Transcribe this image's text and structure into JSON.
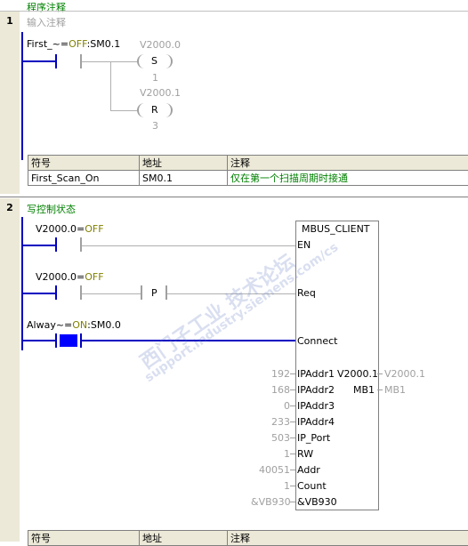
{
  "header": {
    "title": "程序注释"
  },
  "network1": {
    "number": "1",
    "comment": "输入注释",
    "contact_label": "First_~=OFF:SM0.1",
    "contact_name_part": "First_~=",
    "contact_state": "OFF",
    "contact_addr_part": ":SM0.1",
    "coil_set_addr": "V2000.0",
    "coil_set_type": "S",
    "coil_set_count": "1",
    "coil_reset_addr": "V2000.1",
    "coil_reset_type": "R",
    "coil_reset_count": "3",
    "table": {
      "headers": [
        "符号",
        "地址",
        "注释"
      ],
      "row": [
        "First_Scan_On",
        "SM0.1",
        "仅在第一个扫描周期时接通"
      ]
    }
  },
  "network2": {
    "number": "2",
    "comment": "写控制状态",
    "contact1_name": "V2000.0=",
    "contact1_state": "OFF",
    "contact2_name": "V2000.0=",
    "contact2_state": "OFF",
    "contact2_edge": "P",
    "contact3_name": "Alway~=",
    "contact3_state": "ON",
    "contact3_addr": ":SM0.0",
    "block": {
      "title": "MBUS_CLIENT",
      "inputs": [
        {
          "pin": "EN",
          "value": ""
        },
        {
          "pin": "Req",
          "value": ""
        },
        {
          "pin": "Connect",
          "value": ""
        },
        {
          "pin": "IPAddr1",
          "value": "192"
        },
        {
          "pin": "IPAddr2",
          "value": "168"
        },
        {
          "pin": "IPAddr3",
          "value": "0"
        },
        {
          "pin": "IPAddr4",
          "value": "233"
        },
        {
          "pin": "IP_Port",
          "value": "503"
        },
        {
          "pin": "RW",
          "value": "1"
        },
        {
          "pin": "Addr",
          "value": "40051"
        },
        {
          "pin": "Count",
          "value": "1"
        },
        {
          "pin": "&VB930",
          "value": "&VB930"
        }
      ],
      "outputs": [
        {
          "pin": "V2000.1",
          "value": "V2000.1"
        },
        {
          "pin": "MB1",
          "value": "MB1"
        }
      ]
    },
    "table_headers": [
      "符号",
      "地址",
      "注释"
    ]
  },
  "watermark": {
    "line1": "西门子工业 技术论坛",
    "line2": "support.industry.siemens.com/cs"
  },
  "colors": {
    "wire": "#0000c0",
    "comment": "#008000",
    "gutter": "#ece9d8"
  }
}
